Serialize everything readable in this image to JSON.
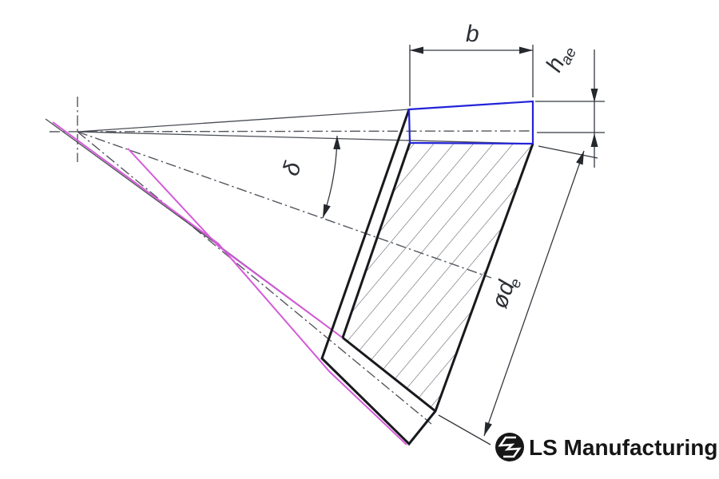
{
  "diagram": {
    "labels": {
      "face_width": "b",
      "addendum_base": "h",
      "addendum_sub": "ae",
      "pitch_angle": "δ",
      "outer_diameter_base": "ød",
      "outer_diameter_sub": "e"
    },
    "logo_text": "LS Manufacturing",
    "colors": {
      "tooth_highlight": "#2323d8",
      "overlay_magenta": "#d45ad8",
      "thin_line": "#4a4e55",
      "outline": "#17191c",
      "logo": "#161616",
      "background": "#ffffff"
    }
  }
}
